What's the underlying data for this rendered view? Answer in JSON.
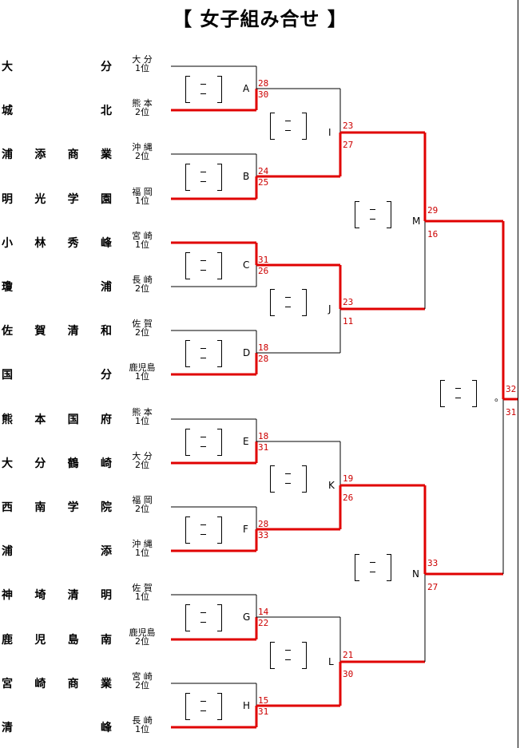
{
  "title": "【 女子組み合せ 】",
  "final_mark": "。",
  "teams": [
    {
      "chars": [
        "大",
        "分"
      ],
      "pref": "大 分",
      "rank": "1位"
    },
    {
      "chars": [
        "城",
        "北"
      ],
      "pref": "熊 本",
      "rank": "2位"
    },
    {
      "chars": [
        "浦",
        "添",
        "商",
        "業"
      ],
      "pref": "沖 縄",
      "rank": "2位"
    },
    {
      "chars": [
        "明",
        "光",
        "学",
        "園"
      ],
      "pref": "福 岡",
      "rank": "1位"
    },
    {
      "chars": [
        "小",
        "林",
        "秀",
        "峰"
      ],
      "pref": "宮 崎",
      "rank": "1位"
    },
    {
      "chars": [
        "瓊",
        "浦"
      ],
      "pref": "長 崎",
      "rank": "2位"
    },
    {
      "chars": [
        "佐",
        "賀",
        "清",
        "和"
      ],
      "pref": "佐 賀",
      "rank": "2位"
    },
    {
      "chars": [
        "国",
        "分"
      ],
      "pref": "鹿児島",
      "rank": "1位"
    },
    {
      "chars": [
        "熊",
        "本",
        "国",
        "府"
      ],
      "pref": "熊 本",
      "rank": "1位"
    },
    {
      "chars": [
        "大",
        "分",
        "鶴",
        "崎"
      ],
      "pref": "大 分",
      "rank": "2位"
    },
    {
      "chars": [
        "西",
        "南",
        "学",
        "院"
      ],
      "pref": "福 岡",
      "rank": "2位"
    },
    {
      "chars": [
        "浦",
        "添"
      ],
      "pref": "沖 縄",
      "rank": "1位"
    },
    {
      "chars": [
        "神",
        "埼",
        "清",
        "明"
      ],
      "pref": "佐 賀",
      "rank": "1位"
    },
    {
      "chars": [
        "鹿",
        "児",
        "島",
        "南"
      ],
      "pref": "鹿児島",
      "rank": "2位"
    },
    {
      "chars": [
        "宮",
        "崎",
        "商",
        "業"
      ],
      "pref": "宮 崎",
      "rank": "2位"
    },
    {
      "chars": [
        "清",
        "峰"
      ],
      "pref": "長 崎",
      "rank": "1位"
    }
  ],
  "round1": [
    {
      "label": "A",
      "top_score": "28",
      "bottom_score": "30",
      "winner": "bottom"
    },
    {
      "label": "B",
      "top_score": "24",
      "bottom_score": "25",
      "winner": "bottom"
    },
    {
      "label": "C",
      "top_score": "31",
      "bottom_score": "26",
      "winner": "top"
    },
    {
      "label": "D",
      "top_score": "18",
      "bottom_score": "28",
      "winner": "bottom"
    },
    {
      "label": "E",
      "top_score": "18",
      "bottom_score": "31",
      "winner": "bottom"
    },
    {
      "label": "F",
      "top_score": "28",
      "bottom_score": "33",
      "winner": "bottom"
    },
    {
      "label": "G",
      "top_score": "14",
      "bottom_score": "22",
      "winner": "bottom"
    },
    {
      "label": "H",
      "top_score": "15",
      "bottom_score": "31",
      "winner": "bottom"
    }
  ],
  "round2": [
    {
      "label": "I",
      "top_score": "23",
      "bottom_score": "27",
      "winner": "bottom"
    },
    {
      "label": "J",
      "top_score": "23",
      "bottom_score": "11",
      "winner": "top"
    },
    {
      "label": "K",
      "top_score": "19",
      "bottom_score": "26",
      "winner": "bottom"
    },
    {
      "label": "L",
      "top_score": "21",
      "bottom_score": "30",
      "winner": "bottom"
    }
  ],
  "round3": [
    {
      "label": "M",
      "top_score": "29",
      "bottom_score": "16",
      "winner": "top"
    },
    {
      "label": "N",
      "top_score": "33",
      "bottom_score": "27",
      "winner": "top"
    }
  ],
  "final": {
    "top_score": "32",
    "bottom_score": "31",
    "winner": "top"
  },
  "colors": {
    "winner_line": "#e00000",
    "line": "#000000",
    "score": "#cc0000"
  }
}
